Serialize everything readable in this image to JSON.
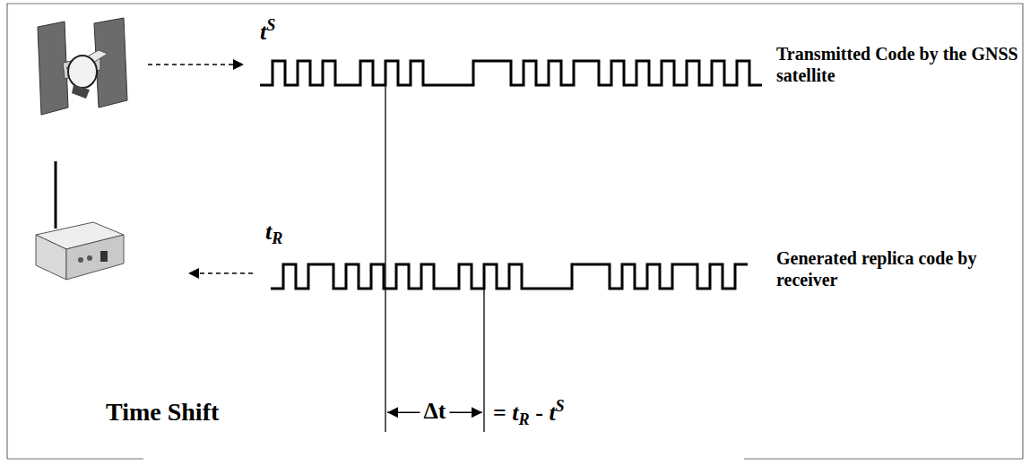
{
  "diagram": {
    "labels": [
      "t",
      "S",
      "t",
      "R",
      "Transmitted Code by the GNSS satellite",
      "Generated replica code by receiver",
      "Time Shift",
      "Δt",
      "=",
      "t",
      "R",
      "-",
      "t",
      "S"
    ]
  }
}
